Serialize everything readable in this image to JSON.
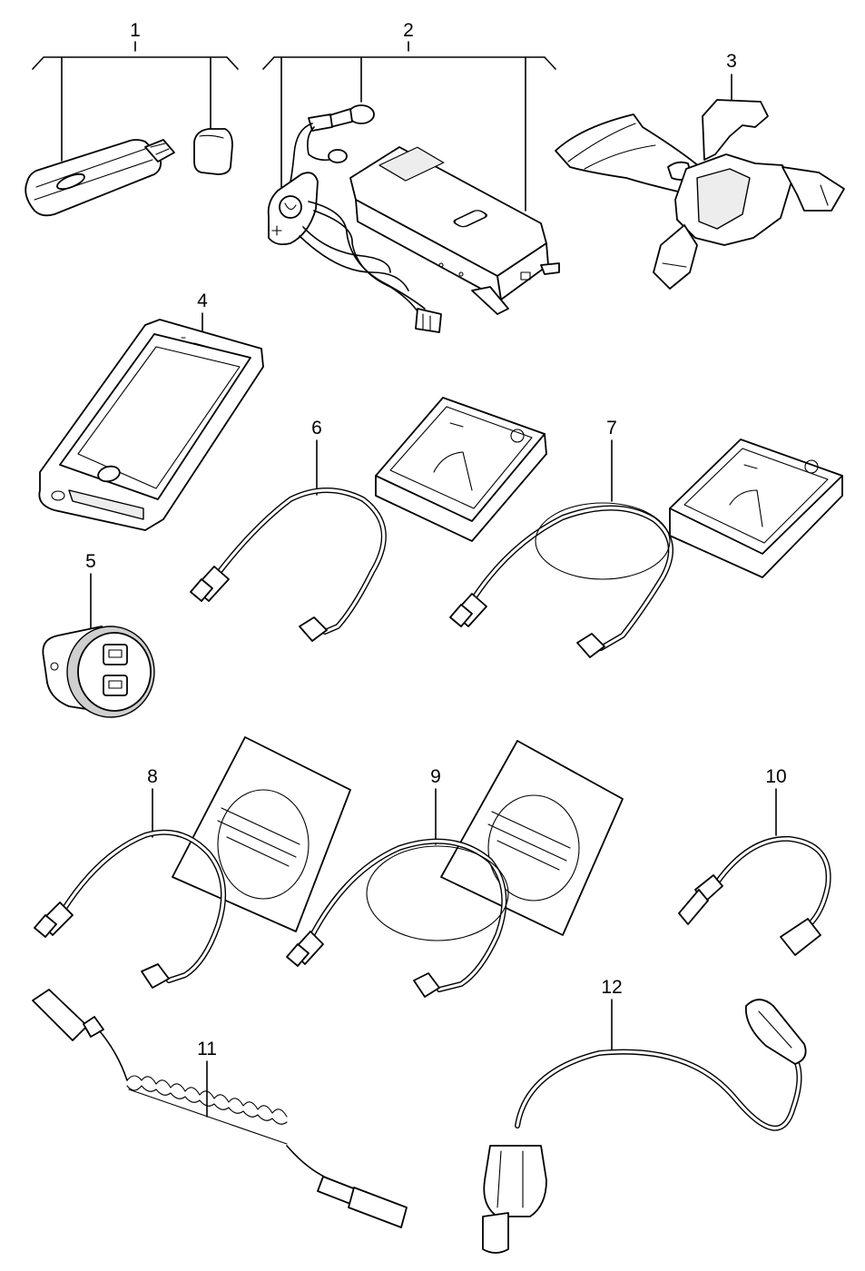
{
  "callouts": {
    "c1": "1",
    "c2": "2",
    "c3": "3",
    "c4": "4",
    "c5": "5",
    "c6": "6",
    "c7": "7",
    "c8": "8",
    "c9": "9",
    "c10": "10",
    "c11": "11",
    "c12": "12"
  },
  "icons": {
    "part1": "usb-modem-stick-with-cap",
    "part2": "bluetooth-handset-with-control-module",
    "part3": "phone-holder-mount",
    "part4": "smartphone-case",
    "part5": "dual-usb-car-charger",
    "part6": "short-usb-cable",
    "part7": "long-usb-cable-packaged",
    "part8": "usb-cable-with-warning-sheet",
    "part9": "usb-cable-with-warning-sheet-long",
    "part10": "usb-extension-cable",
    "part11": "coiled-usb-cable",
    "part12": "gooseneck-usb-light"
  },
  "colors": {
    "line": "#000000",
    "background": "#ffffff"
  }
}
